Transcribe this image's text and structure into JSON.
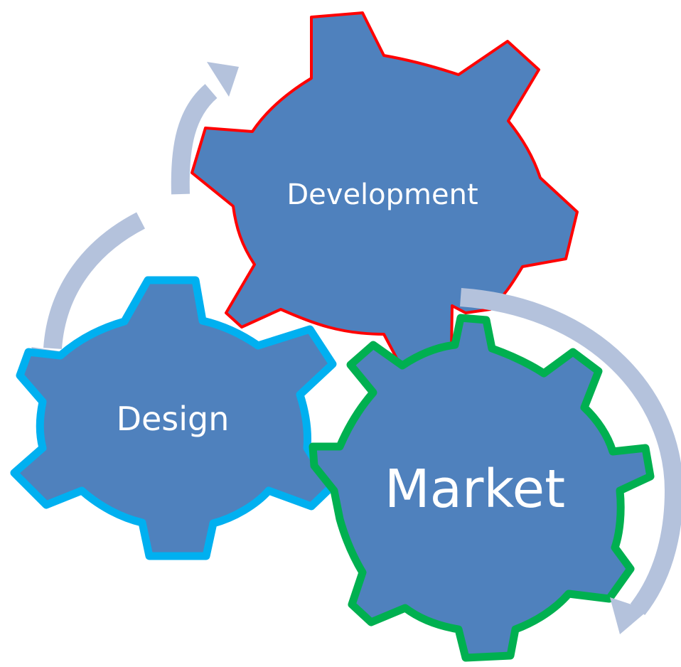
{
  "diagram": {
    "gears": {
      "development": {
        "label": "Development",
        "fill": "#4F81BD",
        "outline": "#FF0000"
      },
      "design": {
        "label": "Design",
        "fill": "#4F81BD",
        "outline": "#00B0F0"
      },
      "market": {
        "label": "Market",
        "fill": "#4F81BD",
        "outline": "#00B050"
      }
    },
    "arrow_color": "#B4C2DC",
    "background": "#FFFFFF"
  }
}
